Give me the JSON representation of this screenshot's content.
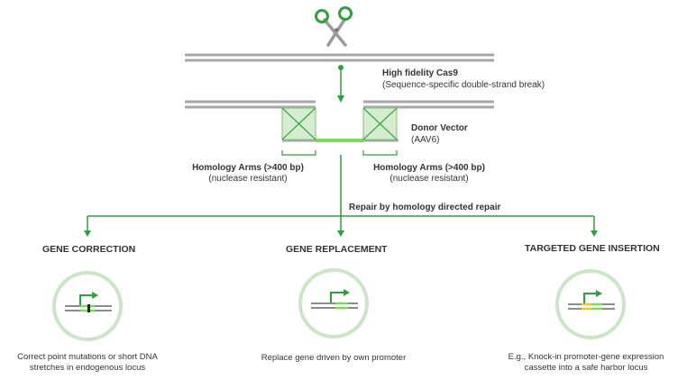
{
  "cas9": {
    "title": "High fidelity Cas9",
    "subtitle": "(Sequence-specific double-strand break)"
  },
  "donor": {
    "title": "Donor Vector",
    "subtitle": "(AAV6)"
  },
  "homology_left": {
    "title": "Homology Arms (>400 bp)",
    "subtitle": "(nuclease resistant)"
  },
  "homology_right": {
    "title": "Homology Arms (>400 bp)",
    "subtitle": "(nuclease resistant)"
  },
  "repair_label": "Repair by homology directed repair",
  "outcomes": [
    {
      "heading": "GENE CORRECTION",
      "line1": "Correct point mutations or short DNA",
      "line2": "stretches in endogenous locus"
    },
    {
      "heading": "GENE REPLACEMENT",
      "line1": "Replace gene driven by own promoter",
      "line2": ""
    },
    {
      "heading": "TARGETED GENE INSERTION",
      "line1": "E.g., Knock-in promoter-gene expression",
      "line2": "cassette into a safe harbor locus"
    }
  ],
  "colors": {
    "green": "#2f9e3f",
    "light_green": "#7ed957",
    "box_fill": "#d5ecd0",
    "dna_gray": "#a6a6a6",
    "insert_yellow": "#f2c12e",
    "text": "#333333"
  },
  "icons": [
    "scissors-icon",
    "promoter-arrow-icon"
  ]
}
